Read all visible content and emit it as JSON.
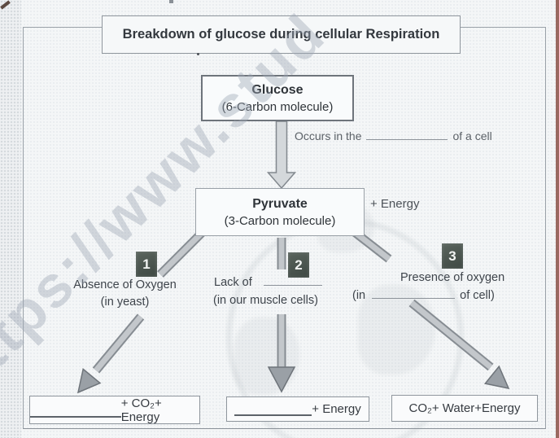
{
  "title": "Breakdown of glucose during cellular Respiration",
  "watermark_text": "ttps://www.stud",
  "glucose_box": {
    "name": "Glucose",
    "subtitle": "(6-Carbon molecule)"
  },
  "transition": {
    "prefix": "Occurs in the",
    "suffix": "of a cell"
  },
  "pyruvate_box": {
    "name": "Pyruvate",
    "subtitle": "(3-Carbon molecule)"
  },
  "energy_label": "+ Energy",
  "branches": [
    {
      "number": "1",
      "line1": "Absence of Oxygen",
      "line2": "(in yeast)"
    },
    {
      "number": "2",
      "line1_prefix": "Lack of",
      "line2": "(in our muscle cells)"
    },
    {
      "number": "3",
      "line1": "Presence of oxygen",
      "line2_prefix": "(in",
      "line2_suffix": "of cell)"
    }
  ],
  "results": [
    {
      "text": "+ CO₂+ Energy",
      "has_blank": true
    },
    {
      "text": "+ Energy",
      "has_blank": true
    },
    {
      "text": "CO₂+ Water+Energy",
      "has_blank": false
    }
  ],
  "colors": {
    "badge_bg": "#49534d",
    "arrow_fill": "#bfc3c7",
    "arrow_outline": "#868c92",
    "frame_border": "#9aa1a8",
    "page_edge_line": "#8a5046",
    "watermark_gray": "#9ea8b6"
  }
}
